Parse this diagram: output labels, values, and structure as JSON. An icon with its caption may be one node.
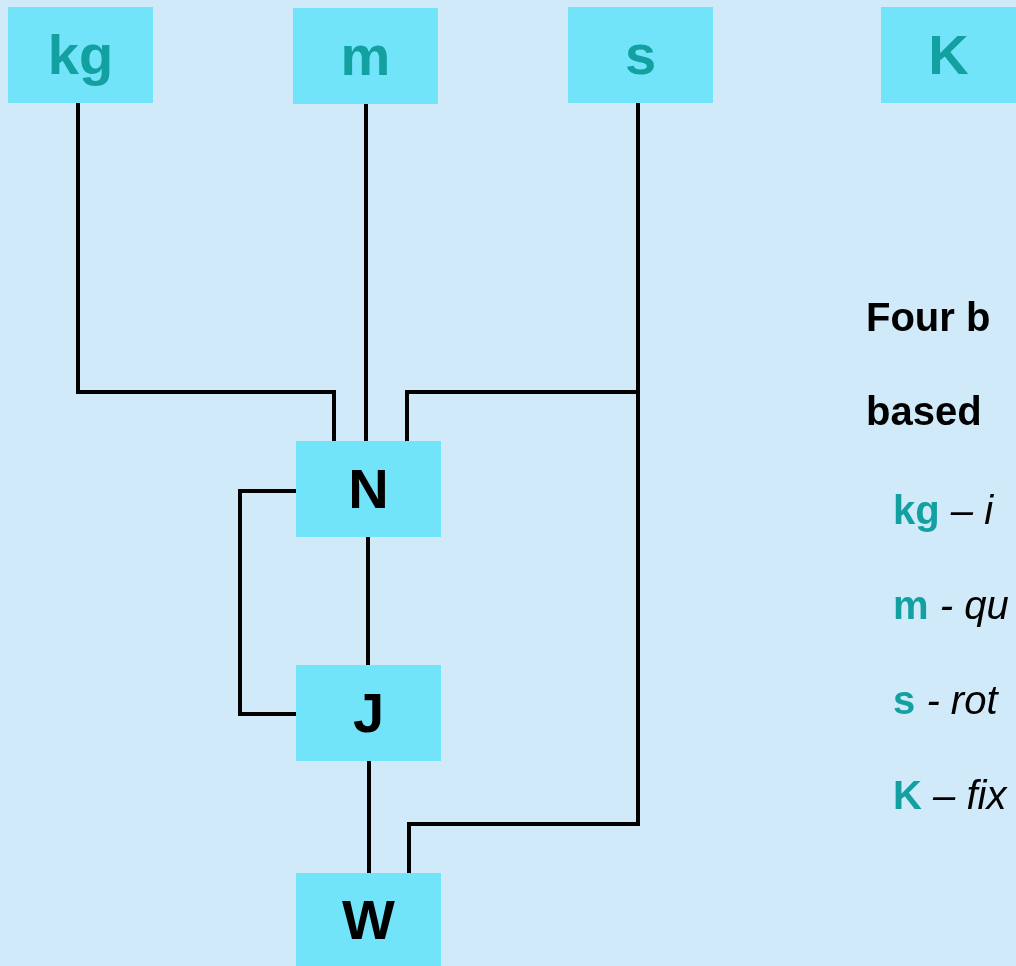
{
  "diagram": {
    "nodes": [
      {
        "text": [
          "kg"
        ]
      },
      {
        "text": [
          "m"
        ]
      },
      {
        "text": [
          "s"
        ]
      },
      {
        "text": [
          "K"
        ]
      },
      {
        "text": [
          "N"
        ]
      },
      {
        "text": [
          "J"
        ]
      },
      {
        "text": [
          "W"
        ]
      }
    ],
    "edges": [
      {
        "from": 0,
        "to": 4,
        "arrow": "none"
      },
      {
        "from": 1,
        "to": 4,
        "arrow": "none"
      },
      {
        "from": 2,
        "to": 4,
        "arrow": "none"
      },
      {
        "from": 2,
        "to": 6,
        "arrow": "none"
      },
      {
        "from": 4,
        "to": 5,
        "arrow": "none"
      },
      {
        "from": 4,
        "to": 5,
        "arrow": "none"
      },
      {
        "from": 5,
        "to": 6,
        "arrow": "none"
      }
    ],
    "labels": [
      "Four b",
      "based",
      "**kg** *– i*",
      "**m** *- qu*",
      "**s** *- rot*",
      "**K** *– fix*"
    ]
  }
}
